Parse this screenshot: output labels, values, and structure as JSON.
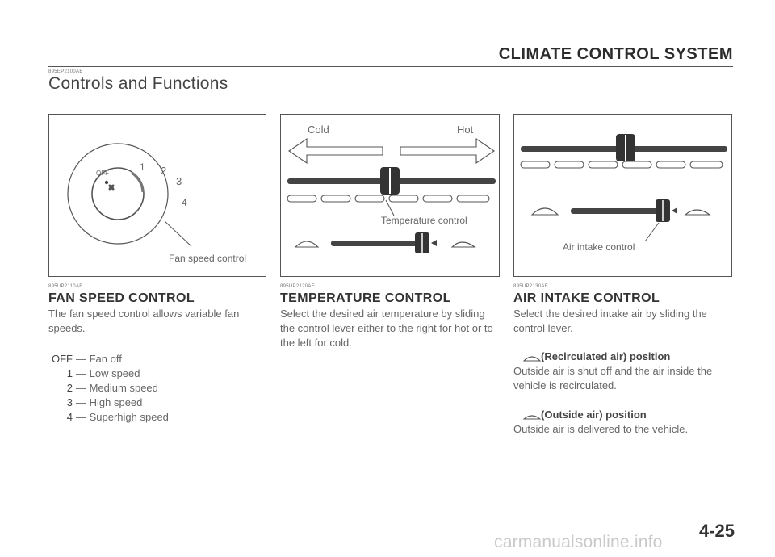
{
  "header": {
    "title": "CLIMATE CONTROL SYSTEM"
  },
  "section": {
    "code": "895EP2100AE",
    "title": "Controls and Functions"
  },
  "fan_panel": {
    "labels": [
      "OFF",
      "1",
      "2",
      "3",
      "4"
    ],
    "caption": "Fan speed control"
  },
  "temp_panel": {
    "cold": "Cold",
    "hot": "Hot",
    "caption": "Temperature control"
  },
  "air_panel": {
    "caption": "Air intake control"
  },
  "fan": {
    "code": "895UP2110AE",
    "title": "FAN SPEED CONTROL",
    "text": "The fan speed control allows variable fan speeds.",
    "items": [
      {
        "key": "OFF",
        "desc": "— Fan off"
      },
      {
        "key": "1",
        "desc": "— Low speed"
      },
      {
        "key": "2",
        "desc": "— Medium speed"
      },
      {
        "key": "3",
        "desc": "— High speed"
      },
      {
        "key": "4",
        "desc": "— Superhigh speed"
      }
    ]
  },
  "temp": {
    "code": "895UP2120AE",
    "title": "TEMPERATURE CONTROL",
    "text": "Select the desired air temperature by sliding the control lever either to the right for hot or to the left for cold."
  },
  "air": {
    "code": "895UP2130AE",
    "title": "AIR INTAKE CONTROL",
    "text": "Select the desired intake air by sliding the control lever.",
    "recirc_title": "(Recirculated air) position",
    "recirc_text": "Outside air is shut off and the air inside the vehicle is recirculated.",
    "outside_title": "(Outside air) position",
    "outside_text": "Outside air is delivered to the vehicle."
  },
  "page_number": "4-25",
  "footer": "carmanualsonline.info"
}
